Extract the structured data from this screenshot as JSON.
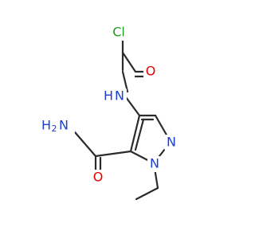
{
  "molecule": {
    "atoms": {
      "cl": {
        "symbol": "Cl",
        "color": "#1e9e1e"
      },
      "o_acyl": {
        "symbol": "O",
        "color": "#e00000"
      },
      "nh": {
        "symbol": "N",
        "h": "H",
        "color": "#1a3fcf"
      },
      "nh2": {
        "symbol": "H",
        "n": "N",
        "sub": "2",
        "color": "#1a3fcf"
      },
      "n_ring_2": {
        "symbol": "N",
        "color": "#1a3fcf"
      },
      "n_ring_1": {
        "symbol": "N",
        "color": "#1a3fcf"
      },
      "o_amide": {
        "symbol": "O",
        "color": "#e00000"
      }
    }
  }
}
